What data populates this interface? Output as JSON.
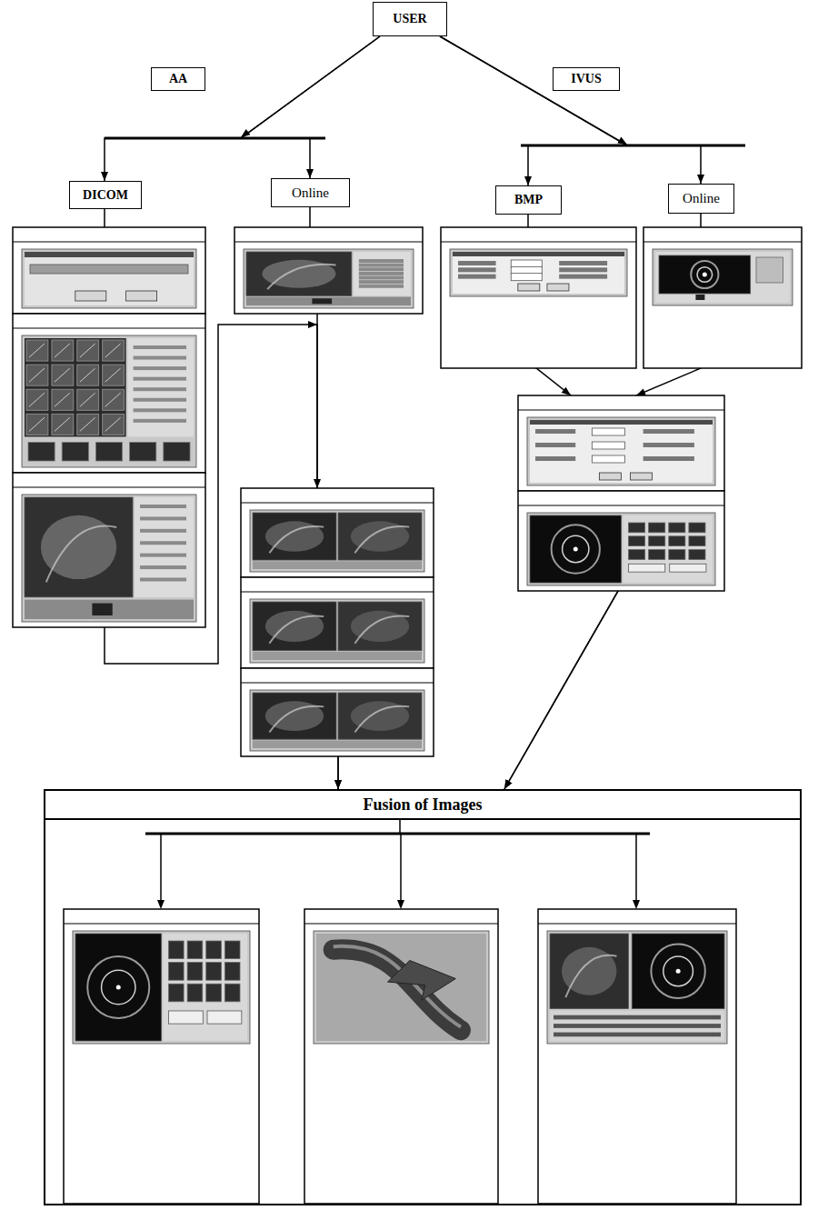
{
  "diagram": {
    "nodes": [
      {
        "text": [
          "USER"
        ]
      },
      {
        "text": [
          "AA"
        ]
      },
      {
        "text": [
          "IVUS"
        ]
      },
      {
        "text": [
          "DICOM"
        ]
      },
      {
        "text": [
          "Online"
        ]
      },
      {
        "text": [
          "BMP"
        ]
      },
      {
        "text": [
          "Online"
        ]
      },
      {
        "text": [
          "Fusion of Images"
        ]
      }
    ],
    "edges": [
      {
        "from": 0,
        "to": 3,
        "arrow": "to"
      },
      {
        "from": 0,
        "to": 4,
        "arrow": "to"
      },
      {
        "from": 0,
        "to": 5,
        "arrow": "to"
      },
      {
        "from": 0,
        "to": 6,
        "arrow": "to"
      },
      {
        "from": 3,
        "to": 7,
        "arrow": "to"
      },
      {
        "from": 4,
        "to": 7,
        "arrow": "to"
      },
      {
        "from": 5,
        "to": 7,
        "arrow": "to"
      },
      {
        "from": 6,
        "to": 7,
        "arrow": "to"
      }
    ]
  }
}
